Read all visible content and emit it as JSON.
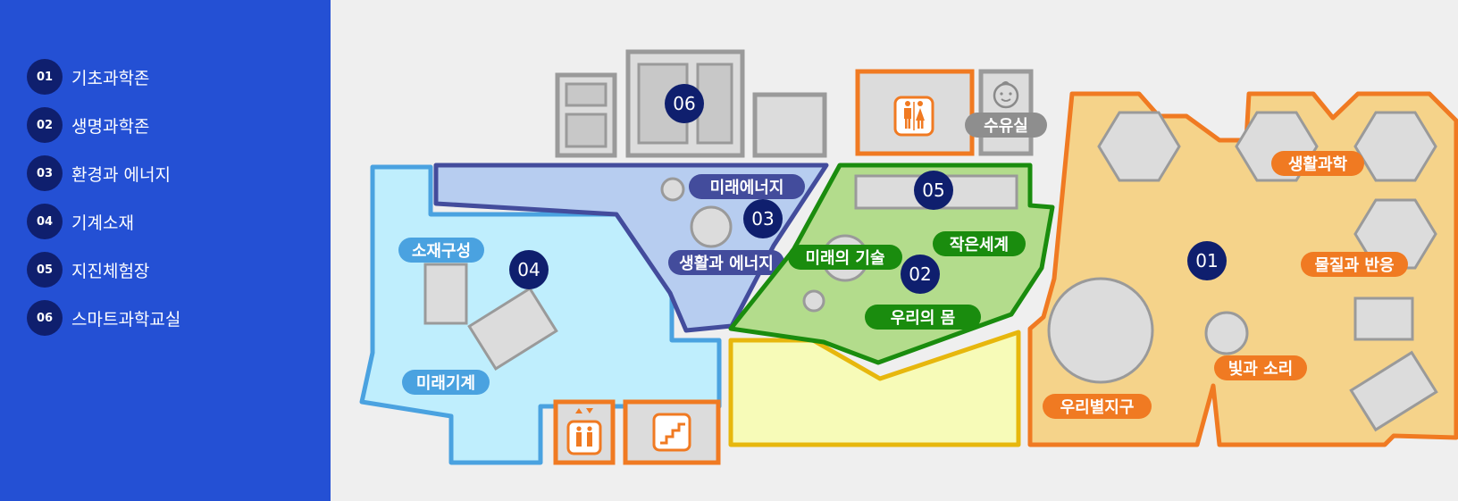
{
  "legend": [
    {
      "num": "01",
      "label": "기초과학존"
    },
    {
      "num": "02",
      "label": "생명과학존"
    },
    {
      "num": "03",
      "label": "환경과 에너지"
    },
    {
      "num": "04",
      "label": "기계소재"
    },
    {
      "num": "05",
      "label": "지진체험장"
    },
    {
      "num": "06",
      "label": "스마트과학교실"
    }
  ],
  "markers": {
    "m01": "01",
    "m02": "02",
    "m03": "03",
    "m04": "04",
    "m05": "05",
    "m06": "06"
  },
  "labels": {
    "mirae_energy": "미래에너지",
    "saenghwal_energy": "생활과 에너지",
    "sojae_guseong": "소재구성",
    "mirae_gigye": "미래기계",
    "mirae_gisul": "미래의 기술",
    "jakeun_segye": "작은세계",
    "uri_mom": "우리의 몸",
    "suyusil": "수유실",
    "saenghwal_gwahak": "생활과학",
    "muljil_baneung": "물질과 반응",
    "bitgwa_sori": "빛과 소리",
    "uribyeol_jigu": "우리별지구"
  },
  "icons": [
    "restroom-icon",
    "baby-icon",
    "elevator-icon",
    "stairs-icon"
  ],
  "colors": {
    "sidebar_bg": "#2450d4",
    "number_badge": "#0f1f6e",
    "zone01_fill": "#f5d38a",
    "zone01_stroke": "#f07a22",
    "zone02_fill": "#b3dc8c",
    "zone02_stroke": "#1a8c0e",
    "zone03_fill": "#b7cdf0",
    "zone03_stroke": "#434c9c",
    "zone04_fill": "#bfeefd",
    "zone04_stroke": "#4aa2e0",
    "zone05_fill": "#f7fbb8",
    "zone05_stroke": "#e7b70d",
    "facility_stroke": "#9a9a9a",
    "facility_orange": "#f07a22"
  }
}
